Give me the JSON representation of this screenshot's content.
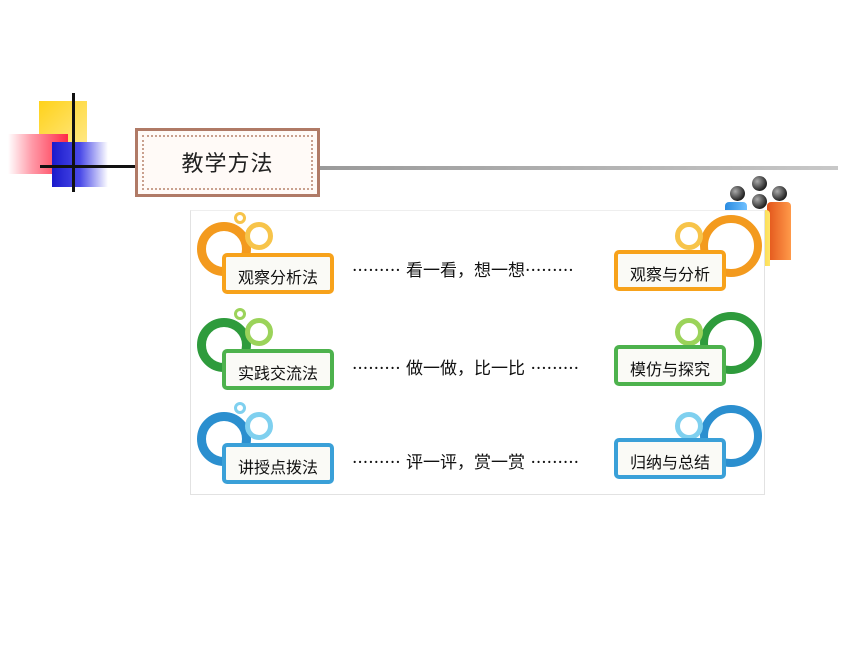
{
  "title": "教学方法",
  "rows": [
    {
      "left_label": "观察分析法",
      "activity": "看一看，想一想",
      "right_label": "观察与分析",
      "accent": "#f7a21b"
    },
    {
      "left_label": "实践交流法",
      "activity": "做一做，比一比",
      "right_label": "模仿与探究",
      "accent": "#2e9b3c"
    },
    {
      "left_label": "讲授点拨法",
      "activity": "评一评，赏一赏",
      "right_label": "归纳与总结",
      "accent": "#2b8fcf"
    }
  ],
  "icons": {
    "people": "people-group-icon"
  }
}
